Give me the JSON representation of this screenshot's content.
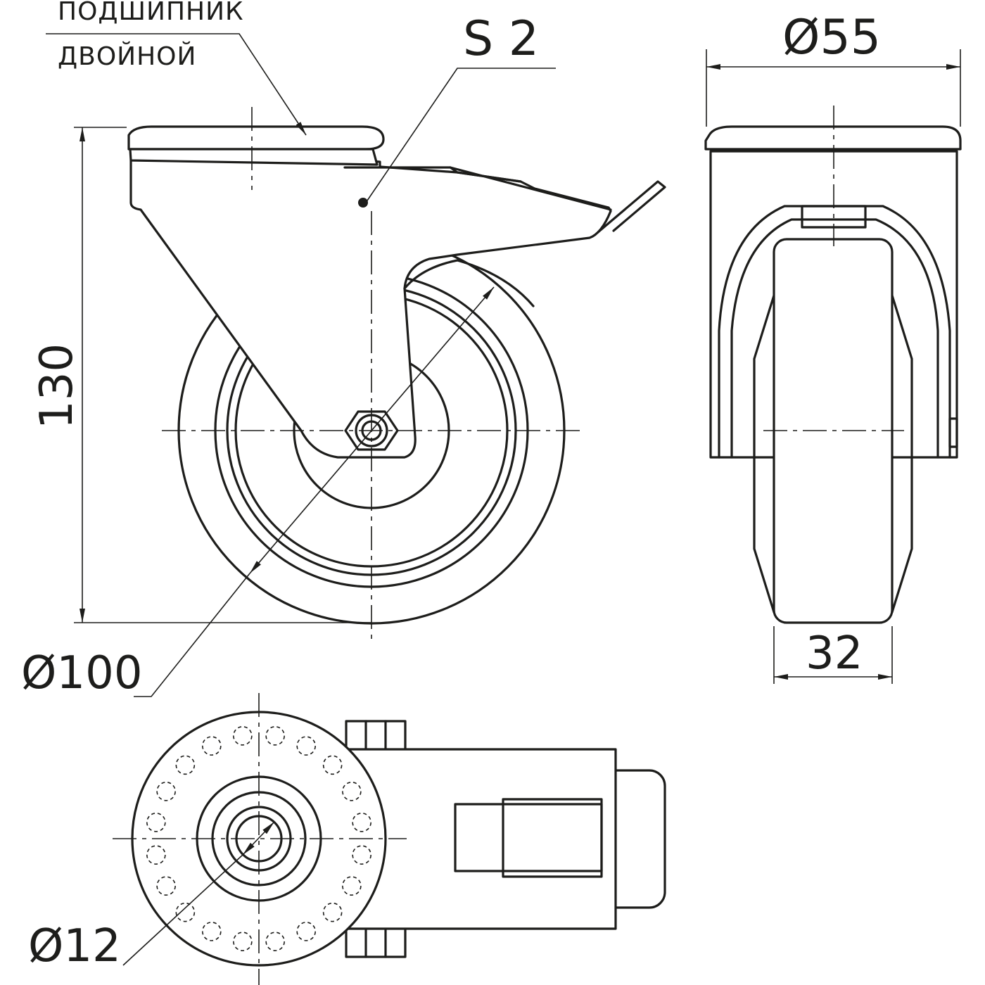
{
  "labels": {
    "bearing_line1": "ПОДШИПНИК",
    "bearing_line2": "ДВОЙНОЙ",
    "thickness": "S 2",
    "plate_width": "Ø55",
    "height": "130",
    "wheel_diameter": "Ø100",
    "wheel_width": "32",
    "axle_diameter": "Ø12"
  }
}
